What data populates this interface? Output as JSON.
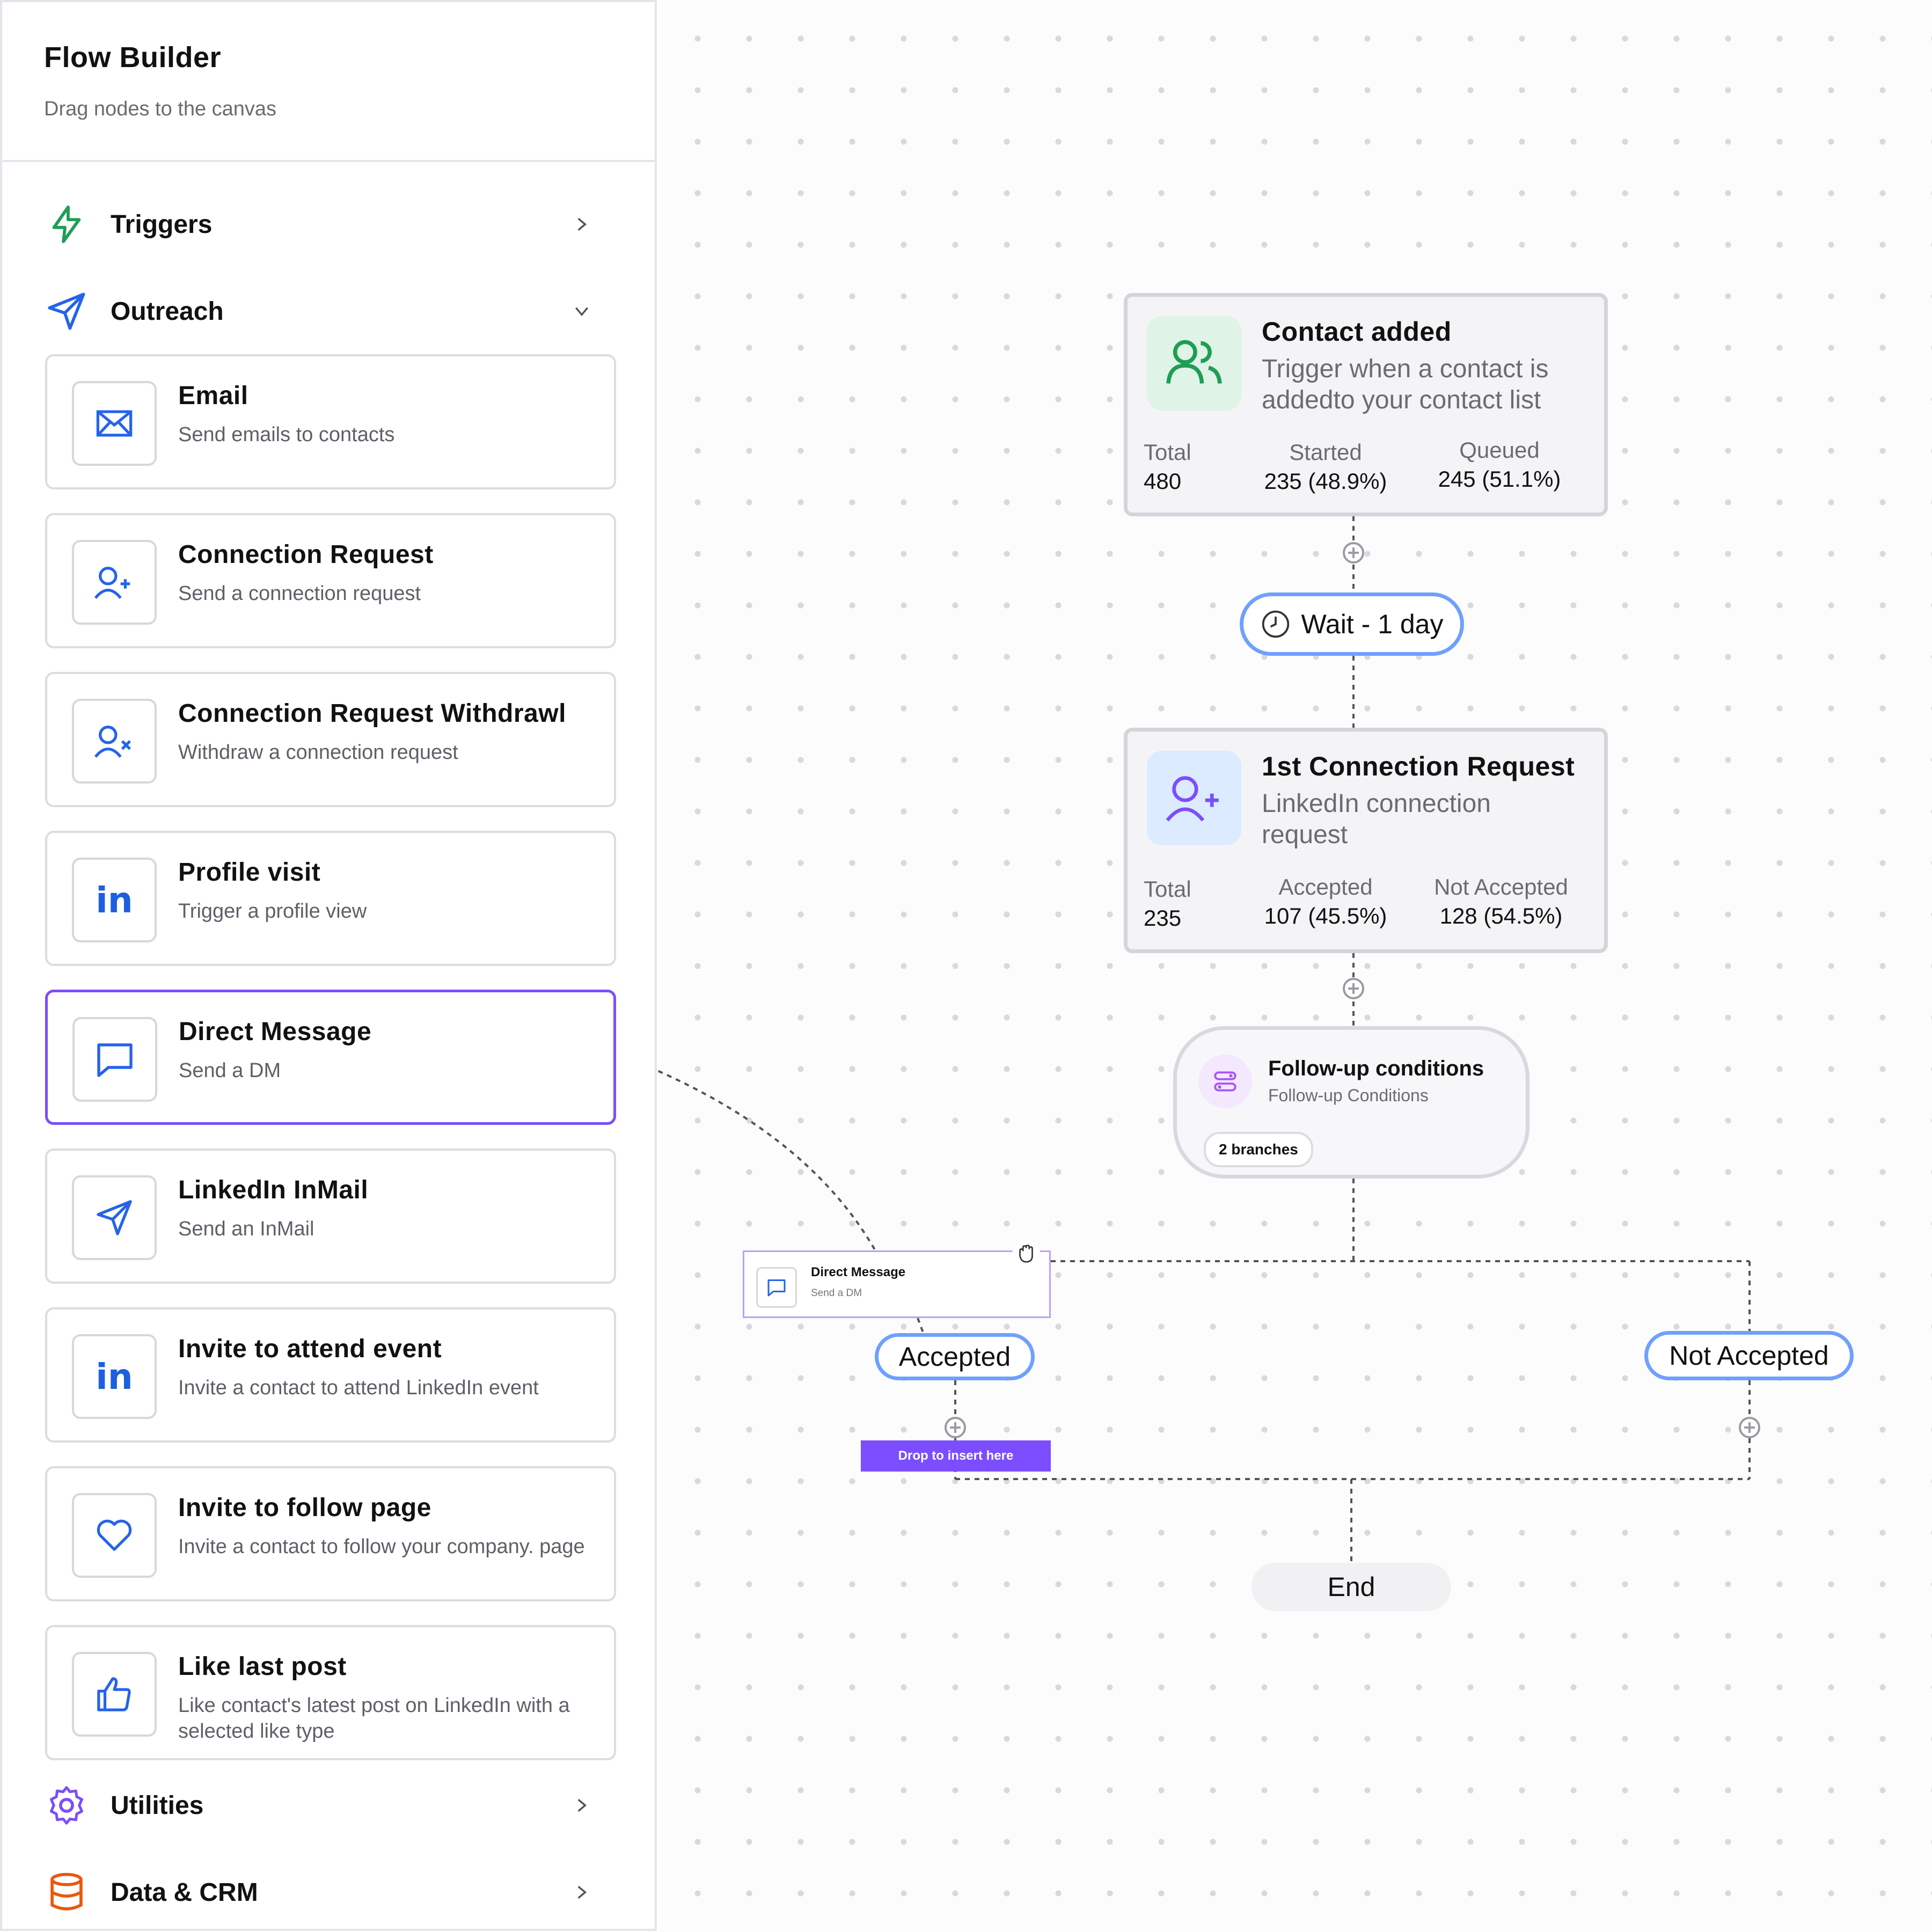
{
  "sidebar": {
    "title": "Flow Builder",
    "subtitle": "Drag nodes to the canvas",
    "categories": {
      "triggers": "Triggers",
      "outreach": "Outreach",
      "utilities": "Utilities",
      "data_crm": "Data & CRM"
    },
    "nodes": [
      {
        "title": "Email",
        "desc": "Send emails to contacts",
        "icon": "envelope-icon"
      },
      {
        "title": "Connection Request",
        "desc": "Send a connection request",
        "icon": "user-plus-icon"
      },
      {
        "title": "Connection Request Withdrawl",
        "desc": "Withdraw a connection request",
        "icon": "user-x-icon"
      },
      {
        "title": "Profile visit",
        "desc": "Trigger a profile view",
        "icon": "linkedin-icon"
      },
      {
        "title": "Direct Message",
        "desc": "Send a DM",
        "icon": "message-icon"
      },
      {
        "title": "LinkedIn InMail",
        "desc": "Send an InMail",
        "icon": "send-icon"
      },
      {
        "title": "Invite to attend event",
        "desc": "Invite a contact to attend LinkedIn event",
        "icon": "linkedin-icon"
      },
      {
        "title": "Invite to follow page",
        "desc": "Invite a contact to follow your company. page",
        "icon": "heart-icon"
      },
      {
        "title": "Like last post",
        "desc": "Like contact's latest post on LinkedIn with a selected like type",
        "icon": "thumbs-up-icon"
      }
    ],
    "selected_node": "Direct Message"
  },
  "canvas": {
    "trigger": {
      "title": "Contact added",
      "desc": "Trigger when a contact is addedto your contact list",
      "stats": [
        {
          "label": "Total",
          "value": "480"
        },
        {
          "label": "Started",
          "value": "235 (48.9%)"
        },
        {
          "label": "Queued",
          "value": "245 (51.1%)"
        }
      ]
    },
    "wait": {
      "label": "Wait - 1 day"
    },
    "connection": {
      "title": "1st Connection Request",
      "desc": "LinkedIn connection request",
      "stats": [
        {
          "label": "Total",
          "value": "235"
        },
        {
          "label": "Accepted",
          "value": "107 (45.5%)"
        },
        {
          "label": "Not Accepted",
          "value": "128 (54.5%)"
        }
      ]
    },
    "condition": {
      "title": "Follow-up conditions",
      "desc": "Follow-up Conditions",
      "badge": "2 branches"
    },
    "dragging": {
      "title": "Direct Message",
      "desc": "Send a DM"
    },
    "branch_accepted": "Accepted",
    "branch_not_accepted": "Not Accepted",
    "drop_hint": "Drop to insert here",
    "end": "End"
  },
  "colors": {
    "accent": "#7c4dff",
    "branch_border": "#6ea0ff",
    "trigger_icon_bg": "#dff3e7",
    "connection_icon_bg": "#dcebff"
  }
}
